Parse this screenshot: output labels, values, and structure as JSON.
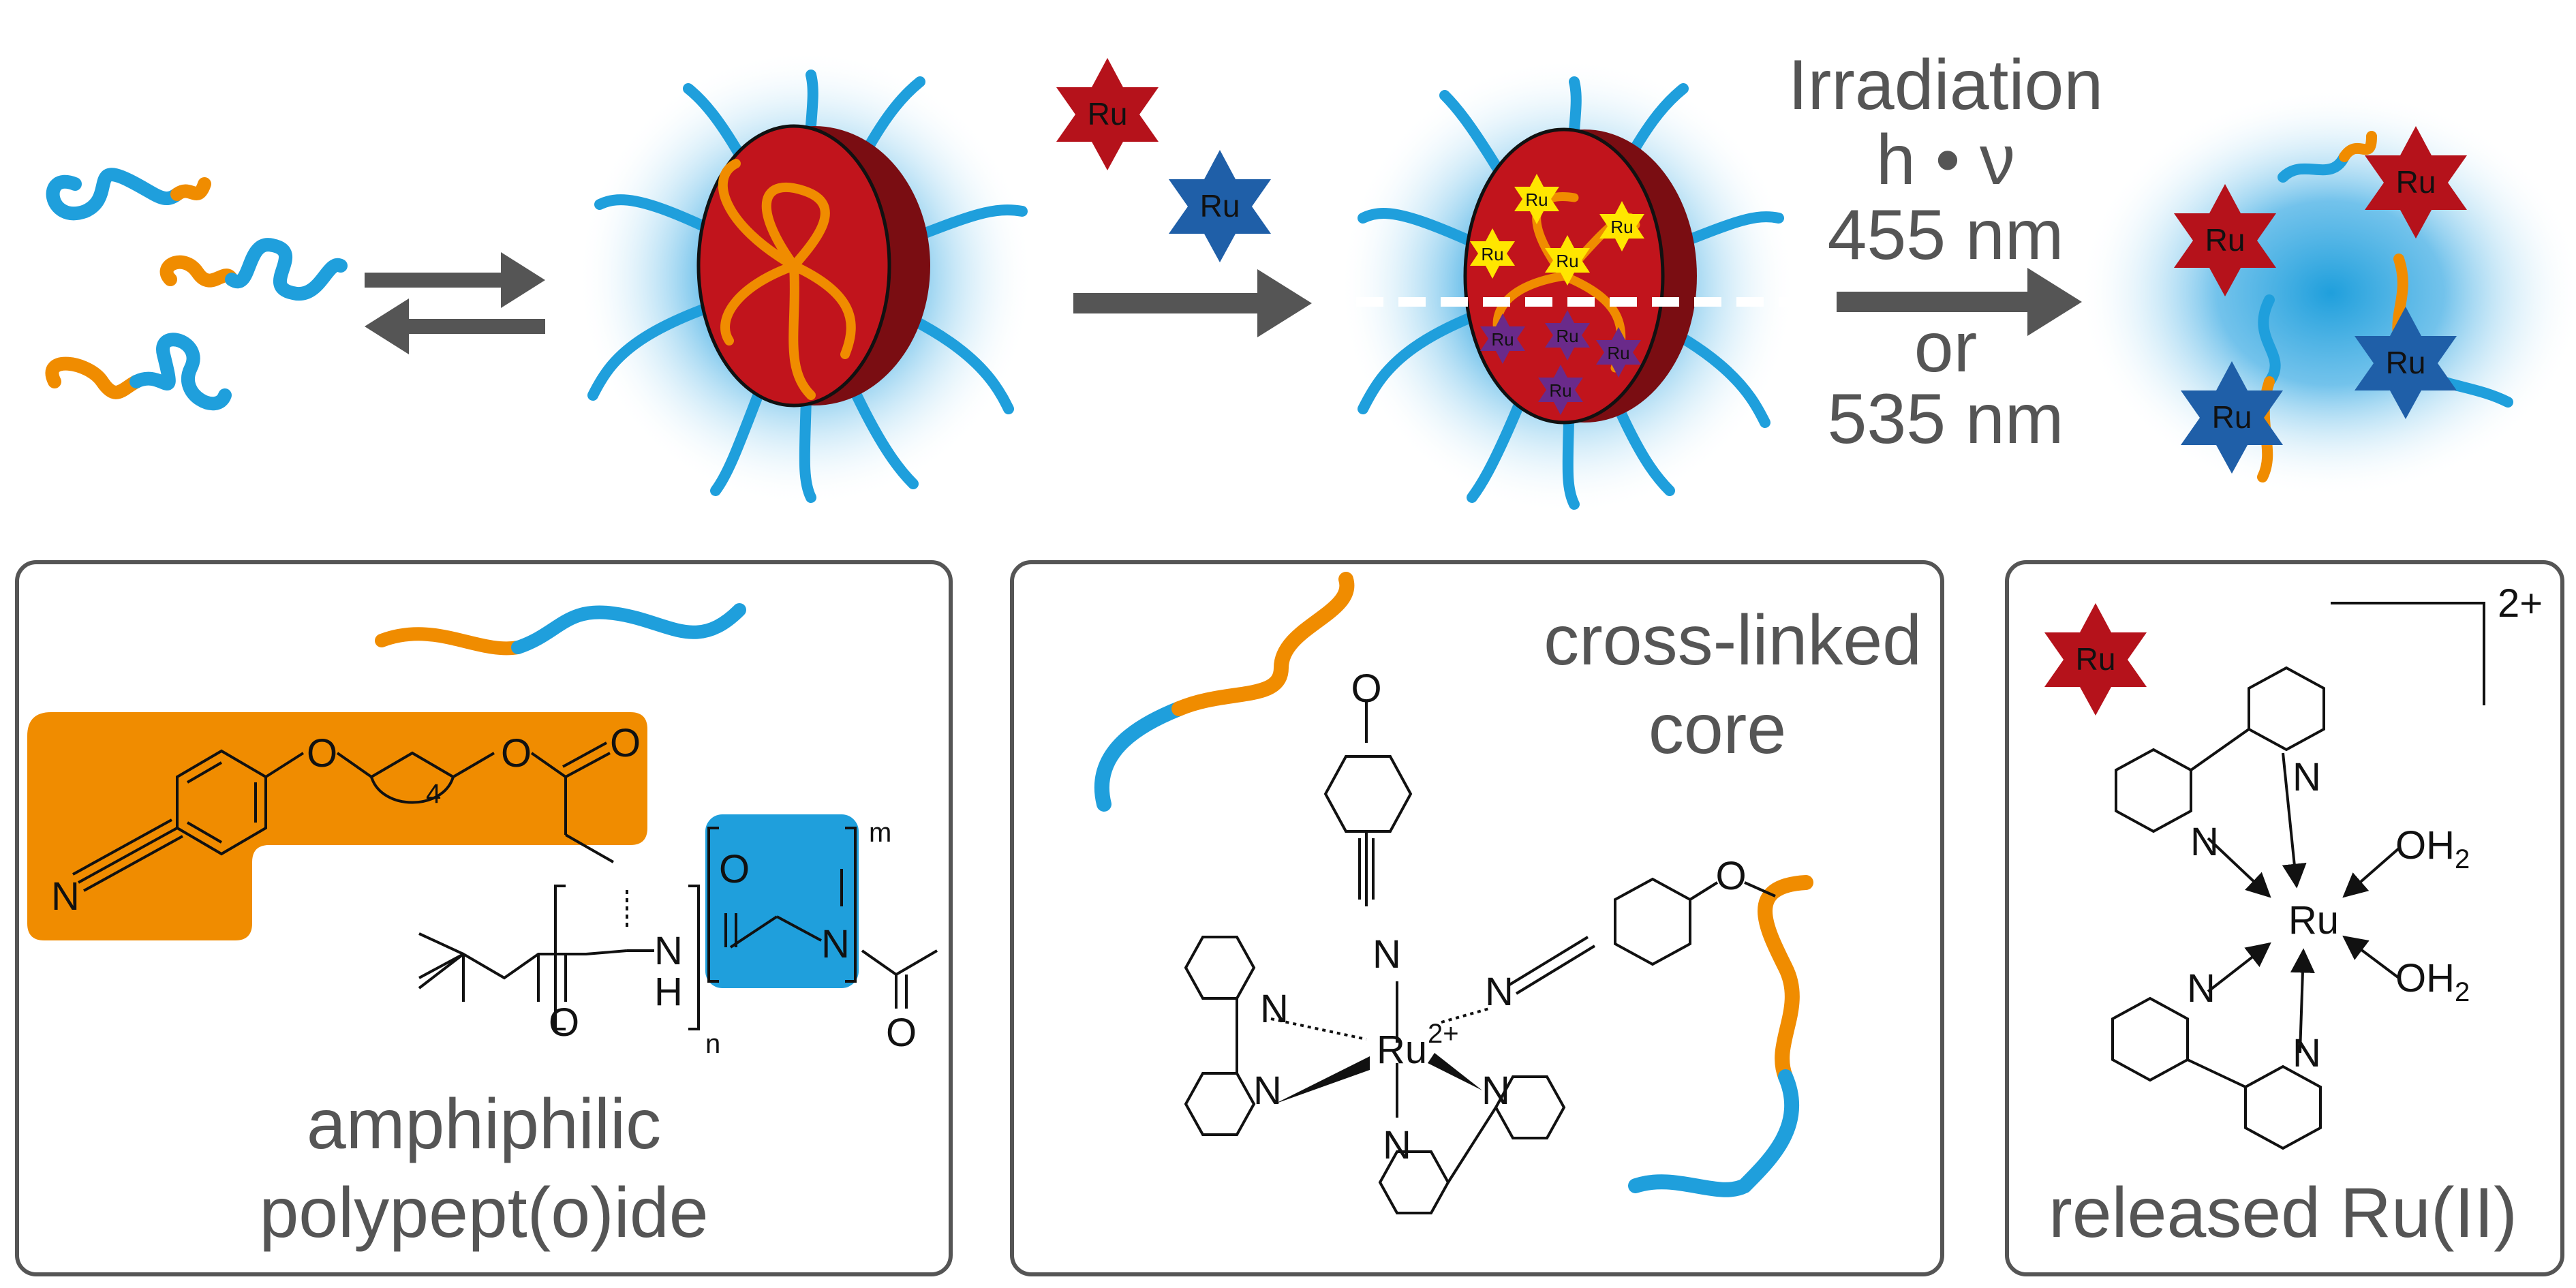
{
  "top": {
    "irradiation_label": "Irradiation",
    "h_nu_label": "h • ν",
    "wavelength_1": "455 nm",
    "or_label": "or",
    "wavelength_2": "535 nm",
    "ru_label": "Ru"
  },
  "panel_left": {
    "caption_line1": "amphiphilic",
    "caption_line2": "polypept(o)ide",
    "atom_N": "N",
    "atom_O": "O",
    "atom_H": "H",
    "sub_4": "4",
    "sub_n": "n",
    "sub_m": "m"
  },
  "panel_middle": {
    "caption_line1": "cross-linked",
    "caption_line2": "core",
    "ru_center": "Ru",
    "ru_charge": "2+",
    "atom_N": "N",
    "atom_O": "O"
  },
  "panel_right": {
    "caption": "released Ru(II)",
    "charge": "2+",
    "ru_label": "Ru",
    "ru_center": "Ru",
    "atom_N": "N",
    "water": "OH",
    "water_sub": "2"
  },
  "colors": {
    "orange": "#f08c00",
    "blue": "#1f9fdc",
    "red": "#b5121b",
    "dark_blue": "#1f5fa8",
    "yellow": "#ffe600",
    "purple": "#6a2a8a",
    "gray": "#555555"
  }
}
